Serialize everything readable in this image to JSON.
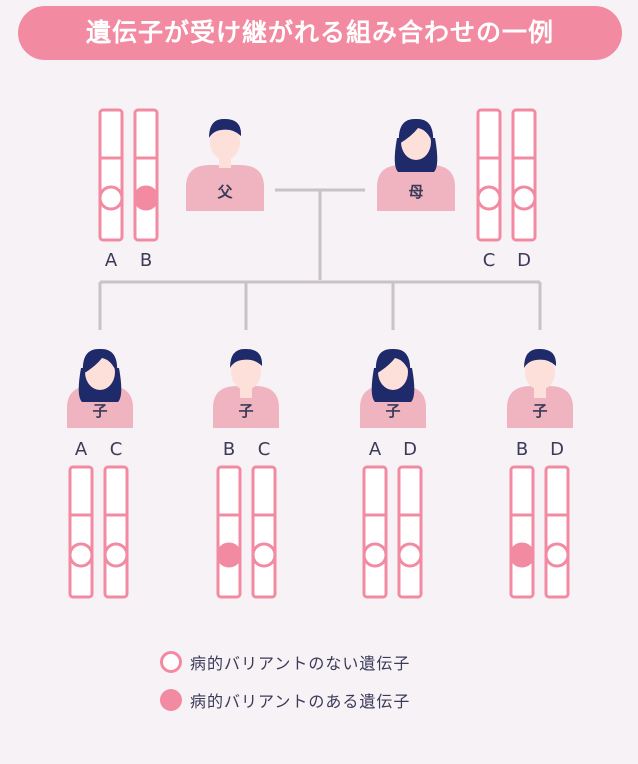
{
  "title": "遺伝子が受け継がれる組み合わせの一例",
  "colors": {
    "accent": "#f28ba1",
    "body": "#f0b4c0",
    "face": "#fde0da",
    "hair": "#1f2a6b",
    "line": "#c8c3c8",
    "text": "#3b3b58",
    "background": "#f7f2f6"
  },
  "parents": [
    {
      "label": "父",
      "gender": "male",
      "genes": [
        "A",
        "B"
      ],
      "variant": [
        false,
        true
      ]
    },
    {
      "label": "母",
      "gender": "female",
      "genes": [
        "C",
        "D"
      ],
      "variant": [
        false,
        false
      ]
    }
  ],
  "children": [
    {
      "label": "子",
      "gender": "female",
      "genes": [
        "A",
        "C"
      ],
      "variant": [
        false,
        false
      ]
    },
    {
      "label": "子",
      "gender": "male",
      "genes": [
        "B",
        "C"
      ],
      "variant": [
        true,
        false
      ]
    },
    {
      "label": "子",
      "gender": "female",
      "genes": [
        "A",
        "D"
      ],
      "variant": [
        false,
        false
      ]
    },
    {
      "label": "子",
      "gender": "male",
      "genes": [
        "B",
        "D"
      ],
      "variant": [
        true,
        false
      ]
    }
  ],
  "legend": [
    {
      "type": "normal",
      "label": "病的バリアントのない遺伝子"
    },
    {
      "type": "variant",
      "label": "病的バリアントのある遺伝子"
    }
  ]
}
